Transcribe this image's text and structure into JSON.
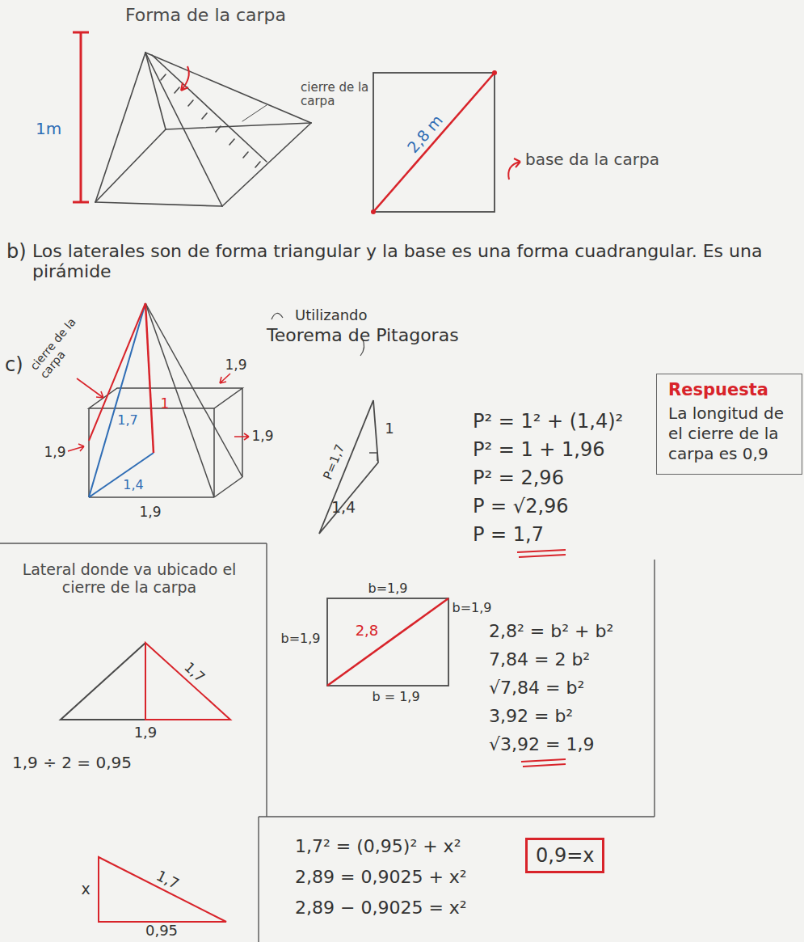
{
  "diagram": {
    "nodes": [
      {
        "text": [
          "Respuesta",
          "La longitud de el cierre de la carpa es 0,9"
        ]
      },
      {
        "text": [
          "0,9=x"
        ]
      }
    ],
    "labels": [
      "Forma de la carpa",
      "cierre de la carpa",
      "1m",
      "2,8 m",
      "base da la carpa",
      "b)",
      "Los laterales son de forma triangular y la base es una forma cuadrangular. Es una pirámide",
      "c)",
      "cierre de la carpa",
      "1,9",
      "1,9",
      "1,9",
      "1,9",
      "1,7",
      "1",
      "1,4",
      "Utilizando",
      "Teorema de Pitagoras",
      "P=1,7",
      "1",
      "1,4",
      "P² = 1² + (1,4)²",
      "P² = 1 + 1,96",
      "P² = 2,96",
      "P = √2,96",
      "P = 1,7",
      "Lateral donde va ubicado el cierre de la carpa",
      "1,7",
      "1,9",
      "1,9 ÷ 2 = 0,95",
      "b=1,9",
      "b=1,9",
      "b=1,9",
      "b = 1,9",
      "2,8",
      "2,8² = b² + b²",
      "7,84 = 2 b²",
      "√7,84 = b²",
      "3,92 = b²",
      "√3,92 = 1,9",
      "x",
      "1,7",
      "0,95",
      "1,7² = (0,95)² + x²",
      "2,89 = 0,9025 + x²",
      "2,89 − 0,9025 = x²"
    ]
  }
}
